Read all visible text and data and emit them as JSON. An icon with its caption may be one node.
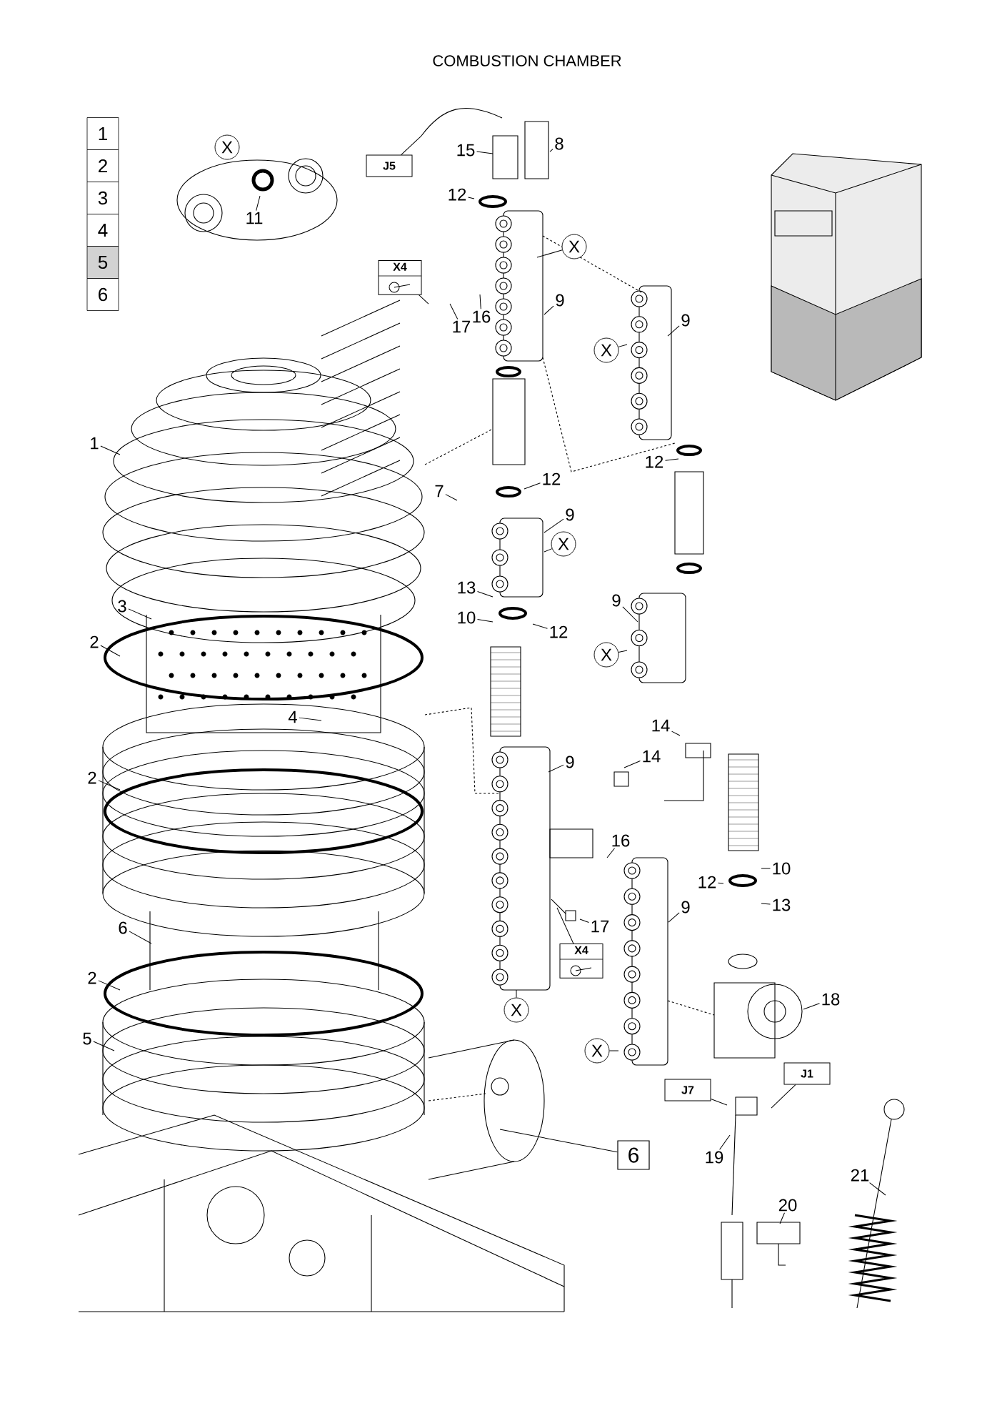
{
  "diagram": {
    "title": "COMBUSTION CHAMBER",
    "nodes": [
      {
        "text": [
          "X"
        ]
      },
      {
        "text": [
          "11"
        ]
      },
      {
        "text": [
          "J5"
        ]
      },
      {
        "text": [
          "15"
        ]
      },
      {
        "text": [
          "8"
        ]
      },
      {
        "text": [
          "12"
        ]
      },
      {
        "text": [
          "X"
        ]
      },
      {
        "text": [
          "X4"
        ]
      },
      {
        "text": [
          "17"
        ]
      },
      {
        "text": [
          "16"
        ]
      },
      {
        "text": [
          "9"
        ]
      },
      {
        "text": [
          "X"
        ]
      },
      {
        "text": [
          "9"
        ]
      },
      {
        "text": [
          "1"
        ]
      },
      {
        "text": [
          "12"
        ]
      },
      {
        "text": [
          "12"
        ]
      },
      {
        "text": [
          "7"
        ]
      },
      {
        "text": [
          "9"
        ]
      },
      {
        "text": [
          "X"
        ]
      },
      {
        "text": [
          "13"
        ]
      },
      {
        "text": [
          "10"
        ]
      },
      {
        "text": [
          "12"
        ]
      },
      {
        "text": [
          "3"
        ]
      },
      {
        "text": [
          "9"
        ]
      },
      {
        "text": [
          "X"
        ]
      },
      {
        "text": [
          "2"
        ]
      },
      {
        "text": [
          "4"
        ]
      },
      {
        "text": [
          "14"
        ]
      },
      {
        "text": [
          "14"
        ]
      },
      {
        "text": [
          "9"
        ]
      },
      {
        "text": [
          "2"
        ]
      },
      {
        "text": [
          "16"
        ]
      },
      {
        "text": [
          "10"
        ]
      },
      {
        "text": [
          "12"
        ]
      },
      {
        "text": [
          "13"
        ]
      },
      {
        "text": [
          "9"
        ]
      },
      {
        "text": [
          "17"
        ]
      },
      {
        "text": [
          "X4"
        ]
      },
      {
        "text": [
          "6"
        ]
      },
      {
        "text": [
          "2"
        ]
      },
      {
        "text": [
          "18"
        ]
      },
      {
        "text": [
          "X"
        ]
      },
      {
        "text": [
          "5"
        ]
      },
      {
        "text": [
          "X"
        ]
      },
      {
        "text": [
          "J1"
        ]
      },
      {
        "text": [
          "J7"
        ]
      },
      {
        "text": [
          "6"
        ]
      },
      {
        "text": [
          "21"
        ]
      },
      {
        "text": [
          "19"
        ]
      },
      {
        "text": [
          "20"
        ]
      }
    ],
    "edges": [
      {
        "from": 1,
        "to": null,
        "arrow": "none"
      },
      {
        "from": 2,
        "to": null,
        "arrow": "none"
      },
      {
        "from": 3,
        "to": null,
        "arrow": "none"
      },
      {
        "from": 4,
        "to": null,
        "arrow": "none"
      },
      {
        "from": 5,
        "to": null,
        "arrow": "none"
      },
      {
        "from": 6,
        "to": null,
        "arrow": "none"
      },
      {
        "from": 7,
        "to": null,
        "arrow": "none"
      },
      {
        "from": 8,
        "to": null,
        "arrow": "none"
      },
      {
        "from": 9,
        "to": null,
        "arrow": "none"
      },
      {
        "from": 10,
        "to": null,
        "arrow": "none"
      },
      {
        "from": 11,
        "to": null,
        "arrow": "none"
      },
      {
        "from": 12,
        "to": null,
        "arrow": "none"
      },
      {
        "from": 13,
        "to": null,
        "arrow": "none"
      },
      {
        "from": 14,
        "to": null,
        "arrow": "none"
      },
      {
        "from": 15,
        "to": null,
        "arrow": "none"
      },
      {
        "from": 16,
        "to": null,
        "arrow": "none"
      },
      {
        "from": 17,
        "to": null,
        "arrow": "none"
      },
      {
        "from": 18,
        "to": null,
        "arrow": "none"
      },
      {
        "from": 19,
        "to": null,
        "arrow": "none"
      },
      {
        "from": 20,
        "to": null,
        "arrow": "none"
      },
      {
        "from": 21,
        "to": null,
        "arrow": "none"
      },
      {
        "from": 22,
        "to": null,
        "arrow": "none"
      },
      {
        "from": 23,
        "to": null,
        "arrow": "none"
      },
      {
        "from": 24,
        "to": null,
        "arrow": "none"
      },
      {
        "from": 25,
        "to": null,
        "arrow": "none"
      },
      {
        "from": 26,
        "to": null,
        "arrow": "none"
      },
      {
        "from": 27,
        "to": null,
        "arrow": "none"
      },
      {
        "from": 28,
        "to": null,
        "arrow": "none"
      },
      {
        "from": 29,
        "to": null,
        "arrow": "none"
      },
      {
        "from": 30,
        "to": null,
        "arrow": "none"
      },
      {
        "from": 31,
        "to": null,
        "arrow": "none"
      },
      {
        "from": 32,
        "to": null,
        "arrow": "none"
      },
      {
        "from": 33,
        "to": null,
        "arrow": "none"
      },
      {
        "from": 34,
        "to": null,
        "arrow": "none"
      },
      {
        "from": 35,
        "to": null,
        "arrow": "none"
      },
      {
        "from": 36,
        "to": null,
        "arrow": "none"
      },
      {
        "from": 37,
        "to": null,
        "arrow": "none"
      },
      {
        "from": 38,
        "to": null,
        "arrow": "none"
      },
      {
        "from": 39,
        "to": null,
        "arrow": "none"
      },
      {
        "from": 40,
        "to": null,
        "arrow": "none"
      },
      {
        "from": 41,
        "to": null,
        "arrow": "none"
      },
      {
        "from": 42,
        "to": null,
        "arrow": "none"
      },
      {
        "from": 43,
        "to": null,
        "arrow": "none"
      },
      {
        "from": 44,
        "to": null,
        "arrow": "none"
      },
      {
        "from": 45,
        "to": null,
        "arrow": "none"
      },
      {
        "from": 46,
        "to": null,
        "arrow": "none"
      },
      {
        "from": 47,
        "to": null,
        "arrow": "none"
      },
      {
        "from": 48,
        "to": null,
        "arrow": "none"
      },
      {
        "from": 49,
        "to": null,
        "arrow": "none"
      }
    ],
    "labels": [
      "1",
      "2",
      "3",
      "4",
      "5",
      "6"
    ]
  }
}
